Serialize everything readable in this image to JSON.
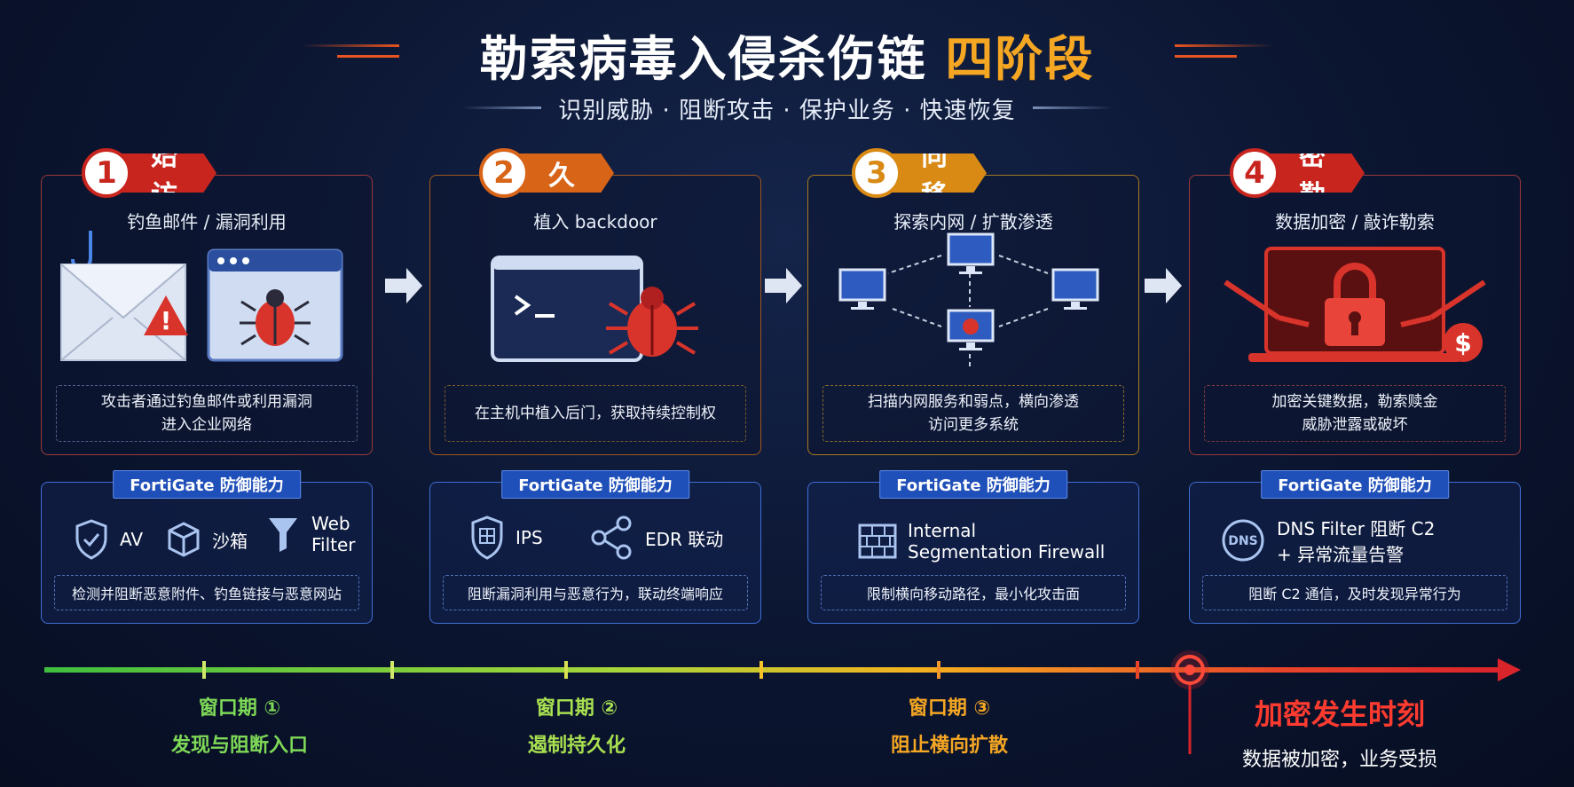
{
  "title": {
    "main": "勒索病毒入侵杀伤链",
    "highlight": "四阶段"
  },
  "subtitle": "识别威胁 · 阻断攻击 · 保护业务 · 快速恢复",
  "stages": [
    {
      "number": "1",
      "name": "初始访问",
      "sub": "钓鱼邮件 / 漏洞利用",
      "desc_l1": "攻击者通过钓鱼邮件或利用漏洞",
      "desc_l2": "进入企业网络",
      "color": "#d9342b"
    },
    {
      "number": "2",
      "name": "持久化",
      "sub": "植入 backdoor",
      "desc_l1": "在主机中植入后门，获取持续控制权",
      "desc_l2": "",
      "color": "#e8731f"
    },
    {
      "number": "3",
      "name": "横向移动",
      "sub": "探索内网 / 扩散渗透",
      "desc_l1": "扫描内网服务和弱点，横向渗透",
      "desc_l2": "访问更多系统",
      "color": "#e89b1a"
    },
    {
      "number": "4",
      "name": "加密勒索",
      "sub": "数据加密 / 敲诈勒索",
      "desc_l1": "加密关键数据，勒索赎金",
      "desc_l2": "威胁泄露或破坏",
      "color": "#d9342b"
    }
  ],
  "defense_tag": "FortiGate 防御能力",
  "defenses": [
    {
      "caps": [
        {
          "label": "AV",
          "icon": "shield-check-icon"
        },
        {
          "label": "沙箱",
          "icon": "sandbox-box-icon"
        },
        {
          "label_l1": "Web",
          "label_l2": "Filter",
          "icon": "funnel-icon"
        }
      ],
      "bottom": "检测并阻断恶意附件、钓鱼链接与恶意网站"
    },
    {
      "caps": [
        {
          "label": "IPS",
          "icon": "shield-grid-icon"
        },
        {
          "label": "EDR 联动",
          "icon": "share-icon"
        }
      ],
      "bottom": "阻断漏洞利用与恶意行为，联动终端响应"
    },
    {
      "caps": [
        {
          "label_l1": "Internal",
          "label_l2": "Segmentation Firewall",
          "icon": "firewall-icon"
        }
      ],
      "bottom": "限制横向移动路径，最小化攻击面"
    },
    {
      "caps": [
        {
          "label_l1": "DNS Filter 阻断 C2",
          "label_l2": "+ 异常流量告警",
          "icon": "dns-icon"
        }
      ],
      "bottom": "阻断 C2 通信，及时发现异常行为"
    }
  ],
  "icon_text": {
    "dns": "DNS",
    "dollar": "$"
  },
  "windows": [
    {
      "l1": "窗口期 ①",
      "l2": "发现与阻断入口",
      "color": "#7ed957"
    },
    {
      "l1": "窗口期 ②",
      "l2": "遏制持久化",
      "color": "#a8e050"
    },
    {
      "l1": "窗口期 ③",
      "l2": "阻止横向扩散",
      "color": "#f5a623"
    }
  ],
  "final": {
    "l1": "加密发生时刻",
    "l2": "数据被加密，业务受损"
  }
}
